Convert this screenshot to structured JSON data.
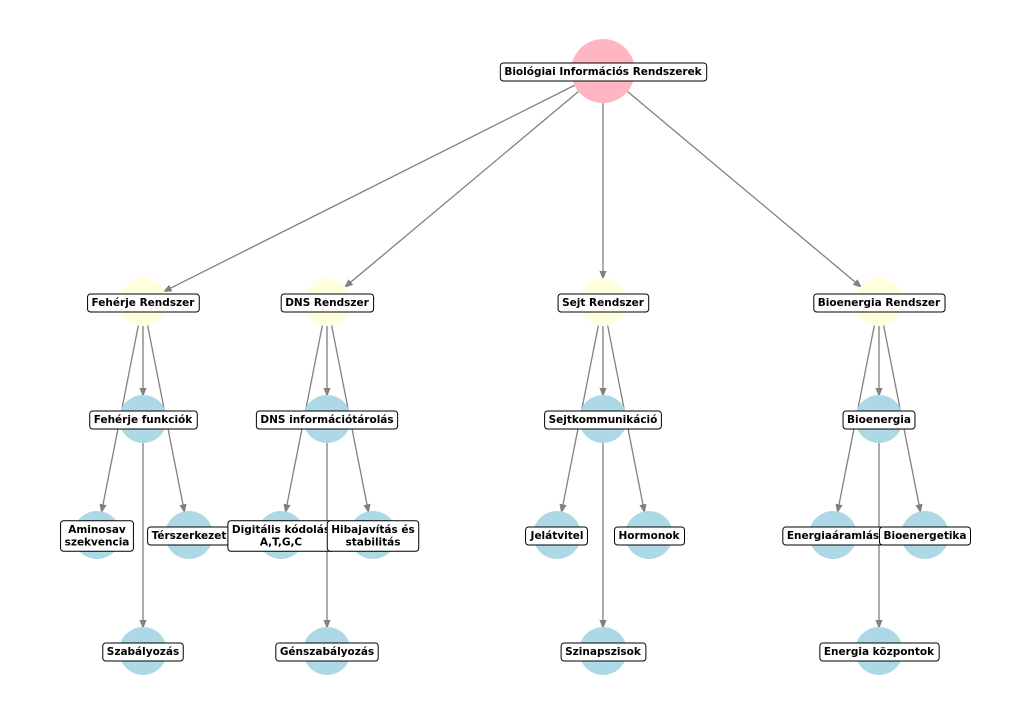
{
  "colors": {
    "root": "#ffb6c1",
    "system": "#ffffe0",
    "leaf": "#add8e6",
    "edge": "#808080",
    "label_border": "#000000"
  },
  "nodes": [
    {
      "id": "root",
      "label": "Biológiai Információs Rendszerek",
      "level": "root"
    },
    {
      "id": "feherje_rendszer",
      "label": "Fehérje Rendszer",
      "level": "system"
    },
    {
      "id": "dns_rendszer",
      "label": "DNS Rendszer",
      "level": "system"
    },
    {
      "id": "sejt_rendszer",
      "label": "Sejt Rendszer",
      "level": "system"
    },
    {
      "id": "bioenergia_rendszer",
      "label": "Bioenergia Rendszer",
      "level": "system"
    },
    {
      "id": "feherje_funkciok",
      "label": "Fehérje funkciók",
      "level": "leaf"
    },
    {
      "id": "dns_informaciotarolas",
      "label": "DNS információtárolás",
      "level": "leaf"
    },
    {
      "id": "sejtkommunikacio",
      "label": "Sejtkommunikáció",
      "level": "leaf"
    },
    {
      "id": "bioenergia",
      "label": "Bioenergia",
      "level": "leaf"
    },
    {
      "id": "aminosav",
      "label": "Aminosav\nszekvencia",
      "level": "leaf"
    },
    {
      "id": "terszerkezet",
      "label": "Térszerkezet",
      "level": "leaf"
    },
    {
      "id": "digitalis",
      "label": "Digitális kódolás\nA,T,G,C",
      "level": "leaf"
    },
    {
      "id": "hibajavitas",
      "label": "Hibajavítás és\nstabilitás",
      "level": "leaf"
    },
    {
      "id": "jelatvitel",
      "label": "Jelátvitel",
      "level": "leaf"
    },
    {
      "id": "hormonok",
      "label": "Hormonok",
      "level": "leaf"
    },
    {
      "id": "energiaaramlas",
      "label": "Energiaáramlás",
      "level": "leaf"
    },
    {
      "id": "bioenergetika",
      "label": "Bioenergetika",
      "level": "leaf"
    },
    {
      "id": "szabalyozas",
      "label": "Szabályozás",
      "level": "leaf"
    },
    {
      "id": "genszabalyozas",
      "label": "Génszabályozás",
      "level": "leaf"
    },
    {
      "id": "szinapszisok",
      "label": "Szinapszisok",
      "level": "leaf"
    },
    {
      "id": "energia_kozpontok",
      "label": "Energia központok",
      "level": "leaf"
    }
  ],
  "edges": [
    [
      "root",
      "feherje_rendszer"
    ],
    [
      "root",
      "dns_rendszer"
    ],
    [
      "root",
      "sejt_rendszer"
    ],
    [
      "root",
      "bioenergia_rendszer"
    ],
    [
      "feherje_rendszer",
      "feherje_funkciok"
    ],
    [
      "feherje_rendszer",
      "aminosav"
    ],
    [
      "feherje_rendszer",
      "terszerkezet"
    ],
    [
      "feherje_funkciok",
      "szabalyozas"
    ],
    [
      "dns_rendszer",
      "dns_informaciotarolas"
    ],
    [
      "dns_rendszer",
      "digitalis"
    ],
    [
      "dns_rendszer",
      "hibajavitas"
    ],
    [
      "dns_informaciotarolas",
      "genszabalyozas"
    ],
    [
      "sejt_rendszer",
      "sejtkommunikacio"
    ],
    [
      "sejt_rendszer",
      "jelatvitel"
    ],
    [
      "sejt_rendszer",
      "hormonok"
    ],
    [
      "sejtkommunikacio",
      "szinapszisok"
    ],
    [
      "bioenergia_rendszer",
      "bioenergia"
    ],
    [
      "bioenergia_rendszer",
      "energiaaramlas"
    ],
    [
      "bioenergia_rendszer",
      "bioenergetika"
    ],
    [
      "bioenergia",
      "energia_kozpontok"
    ]
  ]
}
